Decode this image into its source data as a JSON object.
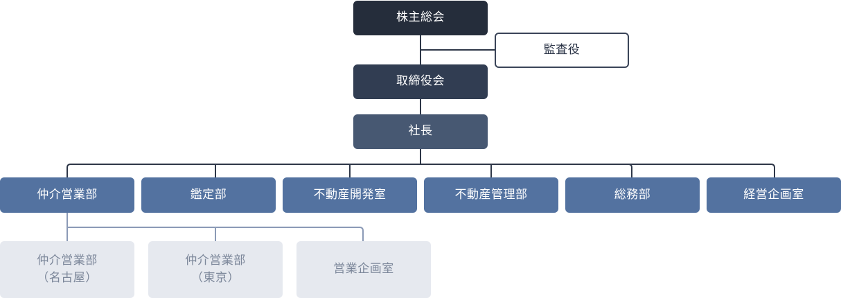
{
  "colors": {
    "top": "#252d3b",
    "board": "#313d52",
    "president": "#475872",
    "department": "#5372a0",
    "sub_unit_bg": "#e6e9ef",
    "sub_unit_text": "#7c879a",
    "line_dark": "#2e3748",
    "line_light": "#8b9ab6"
  },
  "org": {
    "shareholders": "株主総会",
    "auditor": "監査役",
    "board": "取締役会",
    "president": "社長",
    "departments": [
      {
        "label": "仲介営業部"
      },
      {
        "label": "鑑定部"
      },
      {
        "label": "不動産開発室"
      },
      {
        "label": "不動産管理部"
      },
      {
        "label": "総務部"
      },
      {
        "label": "経営企画室"
      }
    ],
    "sub_units": [
      {
        "line1": "仲介営業部",
        "line2": "（名古屋）"
      },
      {
        "line1": "仲介営業部",
        "line2": "（東京）"
      },
      {
        "line1": "営業企画室",
        "line2": ""
      }
    ]
  }
}
